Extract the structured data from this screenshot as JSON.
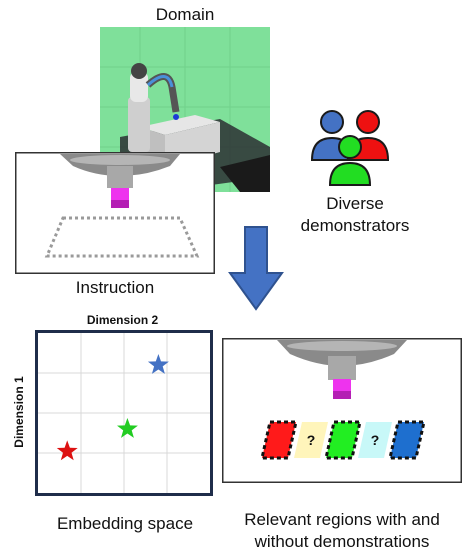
{
  "labels": {
    "domain": "Domain",
    "demonstrators_line1": "Diverse",
    "demonstrators_line2": "demonstrators",
    "instruction": "Instruction",
    "embedding_space": "Embedding space",
    "regions_line1": "Relevant regions with and",
    "regions_line2": "without demonstrations"
  },
  "embedding": {
    "x_axis_label": "Dimension 2",
    "y_axis_label": "Dimension 1",
    "points": [
      {
        "name": "blue-demonstrator",
        "color": "#4472c4",
        "x": 0.7,
        "y": 0.8
      },
      {
        "name": "green-demonstrator",
        "color": "#22cc22",
        "x": 0.52,
        "y": 0.4
      },
      {
        "name": "red-demonstrator",
        "color": "#dd1111",
        "x": 0.17,
        "y": 0.26
      }
    ]
  },
  "regions": {
    "unknown_mark": "?",
    "tiles": [
      {
        "name": "red",
        "color": "#ff1a1a",
        "demonstrated": true
      },
      {
        "name": "yellow",
        "color": "#fff5bb",
        "demonstrated": false
      },
      {
        "name": "green",
        "color": "#22ee22",
        "demonstrated": true
      },
      {
        "name": "cyan",
        "color": "#c8f8f8",
        "demonstrated": false
      },
      {
        "name": "blue",
        "color": "#1e6fcf",
        "demonstrated": true
      }
    ]
  },
  "colors": {
    "sim_background": "#7fe09a",
    "arrow": "#4472c4",
    "person_blue": "#4472c4",
    "person_red": "#ee1111",
    "person_green": "#22dd22",
    "gripper_block": "#ee33ee",
    "frame": "#1f2d4a"
  },
  "icons": {
    "demonstrators": "people-group-icon",
    "arrow": "down-arrow-icon",
    "star": "star-icon"
  }
}
